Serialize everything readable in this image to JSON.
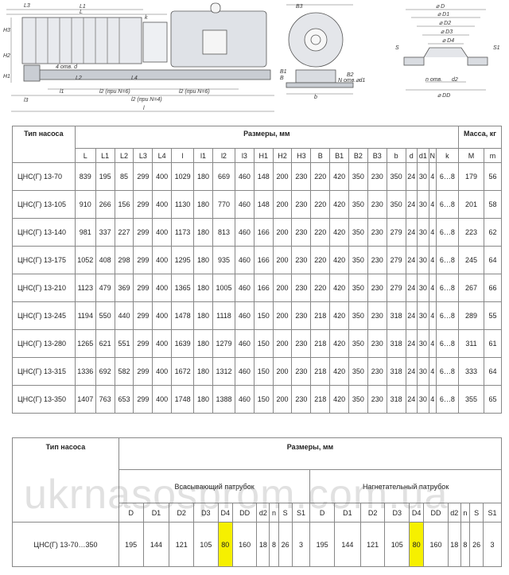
{
  "drawing": {
    "labels": {
      "L3": "L3",
      "L1": "L1",
      "L": "L",
      "H3": "H3",
      "H2": "H2",
      "H1": "H1",
      "k": "k",
      "holes": "4 отв. d",
      "L2": "L2",
      "L4": "L4",
      "l1": "l1",
      "l2_n6": "l2 (при N=6)",
      "l2_n6b": "l2 (при N=6)",
      "l2_n4": "l2 (при N=4)",
      "l3": "l3",
      "l": "l",
      "B3": "B3",
      "B1": "B1",
      "B": "B",
      "B2": "B2",
      "b": "b",
      "n_holes": "N отв.⌀d1",
      "D": "⌀ D",
      "D1": "⌀ D1",
      "D2": "⌀ D2",
      "D3": "⌀ D3",
      "D4": "⌀ D4",
      "S": "S",
      "S1": "S1",
      "n_otv": "n отв.",
      "d2": "d2",
      "DD": "⌀ DD"
    }
  },
  "table1": {
    "type_header": "Тип насоса",
    "sizes_header": "Размеры, мм",
    "mass_header": "Масса, кг",
    "columns": [
      "L",
      "L1",
      "L2",
      "L3",
      "L4",
      "l",
      "l1",
      "l2",
      "l3",
      "H1",
      "H2",
      "H3",
      "B",
      "B1",
      "B2",
      "B3",
      "b",
      "d",
      "d1",
      "N",
      "k",
      "M",
      "m"
    ],
    "rows": [
      {
        "name": "ЦНС(Г) 13-70",
        "v": [
          "839",
          "195",
          "85",
          "299",
          "400",
          "1029",
          "180",
          "669",
          "460",
          "148",
          "200",
          "230",
          "220",
          "420",
          "350",
          "230",
          "350",
          "24",
          "30",
          "4",
          "6…8",
          "179",
          "56"
        ]
      },
      {
        "name": "ЦНС(Г) 13-105",
        "v": [
          "910",
          "266",
          "156",
          "299",
          "400",
          "1130",
          "180",
          "770",
          "460",
          "148",
          "200",
          "230",
          "220",
          "420",
          "350",
          "230",
          "350",
          "24",
          "30",
          "4",
          "6…8",
          "201",
          "58"
        ]
      },
      {
        "name": "ЦНС(Г) 13-140",
        "v": [
          "981",
          "337",
          "227",
          "299",
          "400",
          "1173",
          "180",
          "813",
          "460",
          "166",
          "200",
          "230",
          "220",
          "420",
          "350",
          "230",
          "279",
          "24",
          "30",
          "4",
          "6…8",
          "223",
          "62"
        ]
      },
      {
        "name": "ЦНС(Г) 13-175",
        "v": [
          "1052",
          "408",
          "298",
          "299",
          "400",
          "1295",
          "180",
          "935",
          "460",
          "166",
          "200",
          "230",
          "220",
          "420",
          "350",
          "230",
          "279",
          "24",
          "30",
          "4",
          "6…8",
          "245",
          "64"
        ]
      },
      {
        "name": "ЦНС(Г) 13-210",
        "v": [
          "1123",
          "479",
          "369",
          "299",
          "400",
          "1365",
          "180",
          "1005",
          "460",
          "166",
          "200",
          "230",
          "220",
          "420",
          "350",
          "230",
          "279",
          "24",
          "30",
          "4",
          "6…8",
          "267",
          "66"
        ]
      },
      {
        "name": "ЦНС(Г) 13-245",
        "v": [
          "1194",
          "550",
          "440",
          "299",
          "400",
          "1478",
          "180",
          "1118",
          "460",
          "150",
          "200",
          "230",
          "218",
          "420",
          "350",
          "230",
          "318",
          "24",
          "30",
          "4",
          "6…8",
          "289",
          "55"
        ]
      },
      {
        "name": "ЦНС(Г) 13-280",
        "v": [
          "1265",
          "621",
          "551",
          "299",
          "400",
          "1639",
          "180",
          "1279",
          "460",
          "150",
          "200",
          "230",
          "218",
          "420",
          "350",
          "230",
          "318",
          "24",
          "30",
          "4",
          "6…8",
          "311",
          "61"
        ]
      },
      {
        "name": "ЦНС(Г) 13-315",
        "v": [
          "1336",
          "692",
          "582",
          "299",
          "400",
          "1672",
          "180",
          "1312",
          "460",
          "150",
          "200",
          "230",
          "218",
          "420",
          "350",
          "230",
          "318",
          "24",
          "30",
          "4",
          "6…8",
          "333",
          "64"
        ]
      },
      {
        "name": "ЦНС(Г) 13-350",
        "v": [
          "1407",
          "763",
          "653",
          "299",
          "400",
          "1748",
          "180",
          "1388",
          "460",
          "150",
          "200",
          "230",
          "218",
          "420",
          "350",
          "230",
          "318",
          "24",
          "30",
          "4",
          "6…8",
          "355",
          "65"
        ]
      }
    ]
  },
  "table2": {
    "type_header": "Тип насоса",
    "sizes_header": "Размеры, мм",
    "suction_header": "Всасывающий патрубок",
    "discharge_header": "Нагнетательный патрубок",
    "columns": [
      "D",
      "D1",
      "D2",
      "D3",
      "D4",
      "DD",
      "d2",
      "n",
      "S",
      "S1",
      "D",
      "D1",
      "D2",
      "D3",
      "D4",
      "DD",
      "d2",
      "n",
      "S",
      "S1"
    ],
    "row": {
      "name": "ЦНС(Г) 13-70…350",
      "v": [
        "195",
        "144",
        "121",
        "105",
        "80",
        "160",
        "18",
        "8",
        "26",
        "3",
        "195",
        "144",
        "121",
        "105",
        "80",
        "160",
        "18",
        "8",
        "26",
        "3"
      ]
    }
  },
  "watermark": "ukrnasosprom.com.ua"
}
